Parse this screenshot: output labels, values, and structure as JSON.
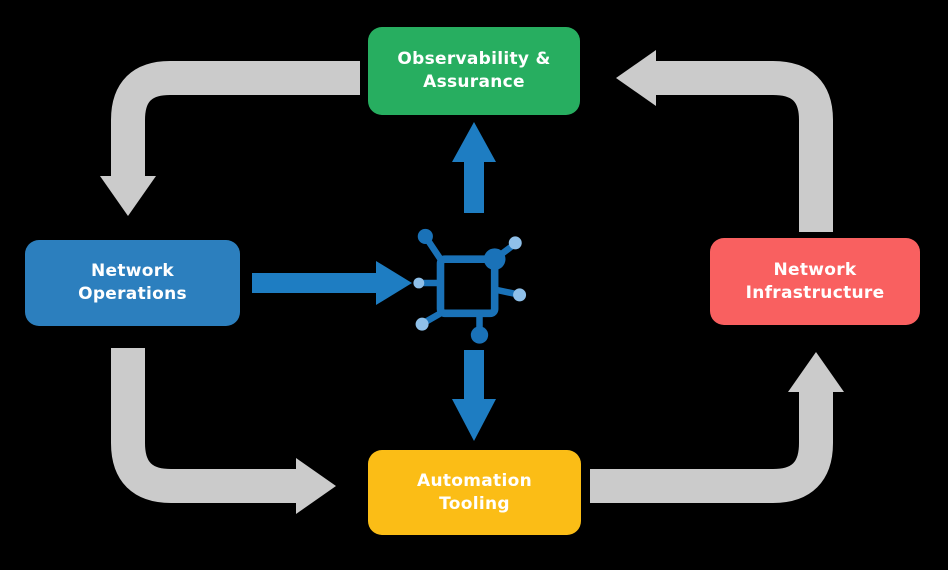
{
  "diagram": {
    "colors": {
      "background": "#000000",
      "arrow_gray": "#CBCBCB",
      "arrow_blue": "#1E7DC2",
      "icon_dark": "#1A72B8",
      "icon_light": "#8FC0E9"
    },
    "nodes": {
      "observability": {
        "line1": "Observability &",
        "line2": "Assurance",
        "color": "#27AE60"
      },
      "operations": {
        "line1": "Network",
        "line2": "Operations",
        "color": "#2C7FBE"
      },
      "infrastructure": {
        "line1": "Network",
        "line2": "Infrastructure",
        "color": "#F96060"
      },
      "automation": {
        "line1": "Automation",
        "line2": "Tooling",
        "color": "#FBBD16"
      }
    },
    "center_icon": "network-mesh-icon",
    "edges": [
      {
        "from": "Observability & Assurance",
        "to": "Network Operations",
        "style": "gray-elbow-down"
      },
      {
        "from": "Network Operations",
        "to": "center-icon",
        "style": "blue-straight-right"
      },
      {
        "from": "center-icon",
        "to": "Observability & Assurance",
        "style": "blue-straight-up"
      },
      {
        "from": "center-icon",
        "to": "Automation Tooling",
        "style": "blue-straight-down"
      },
      {
        "from": "Network Operations",
        "to": "Automation Tooling",
        "style": "gray-elbow-right"
      },
      {
        "from": "Automation Tooling",
        "to": "Network Infrastructure",
        "style": "gray-elbow-up"
      },
      {
        "from": "Network Infrastructure",
        "to": "Observability & Assurance",
        "style": "gray-elbow-left"
      }
    ]
  }
}
